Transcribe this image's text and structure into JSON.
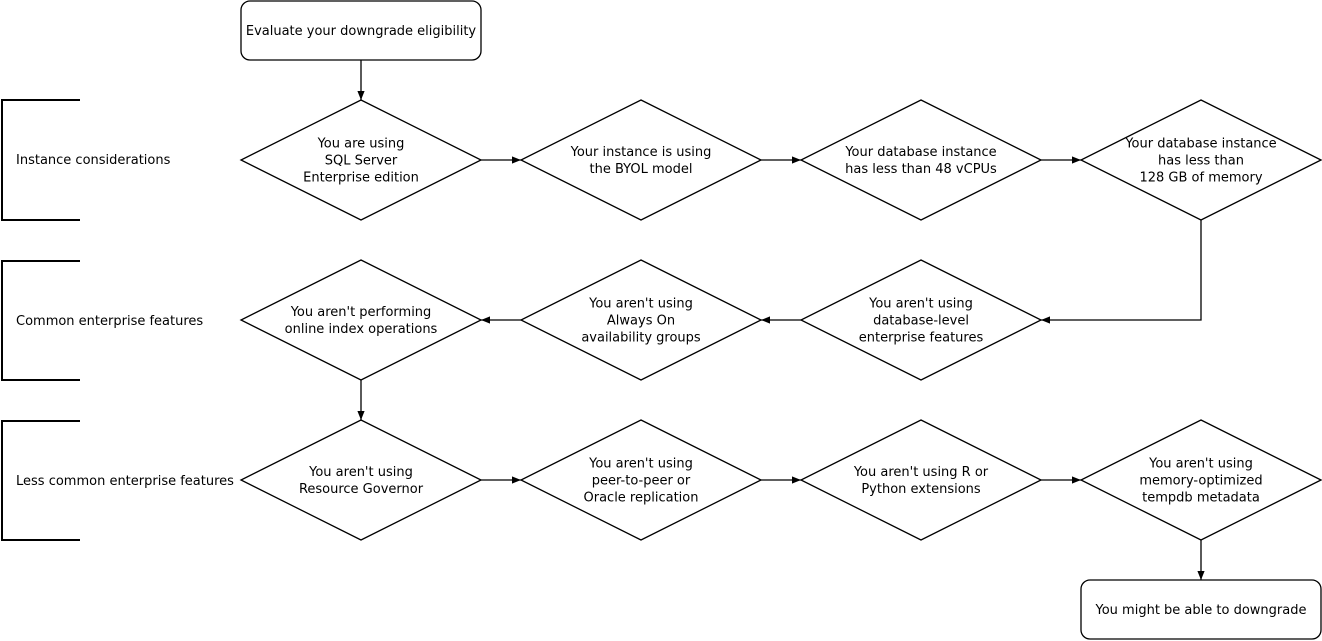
{
  "start": {
    "label": "Evaluate your downgrade eligibility"
  },
  "end": {
    "label": "You might be able to downgrade"
  },
  "sections": [
    {
      "label": "Instance considerations"
    },
    {
      "label": "Common enterprise features"
    },
    {
      "label": "Less common enterprise features"
    }
  ],
  "decisions": [
    {
      "lines": [
        "You are using",
        "SQL Server",
        "Enterprise edition"
      ]
    },
    {
      "lines": [
        "Your instance is using",
        "the BYOL model"
      ]
    },
    {
      "lines": [
        "Your database instance",
        "has less than 48 vCPUs"
      ]
    },
    {
      "lines": [
        "Your database instance",
        "has less than",
        "128 GB of memory"
      ]
    },
    {
      "lines": [
        "You aren't using",
        "database-level",
        "enterprise features"
      ]
    },
    {
      "lines": [
        "You aren't using",
        "Always On",
        "availability groups"
      ]
    },
    {
      "lines": [
        "You aren't performing",
        "online index operations"
      ]
    },
    {
      "lines": [
        "You aren't using",
        "Resource Governor"
      ]
    },
    {
      "lines": [
        "You aren't using",
        "peer-to-peer or",
        "Oracle replication"
      ]
    },
    {
      "lines": [
        "You aren't using R or",
        "Python extensions"
      ]
    },
    {
      "lines": [
        "You aren't using",
        "memory-optimized",
        "tempdb metadata"
      ]
    }
  ]
}
